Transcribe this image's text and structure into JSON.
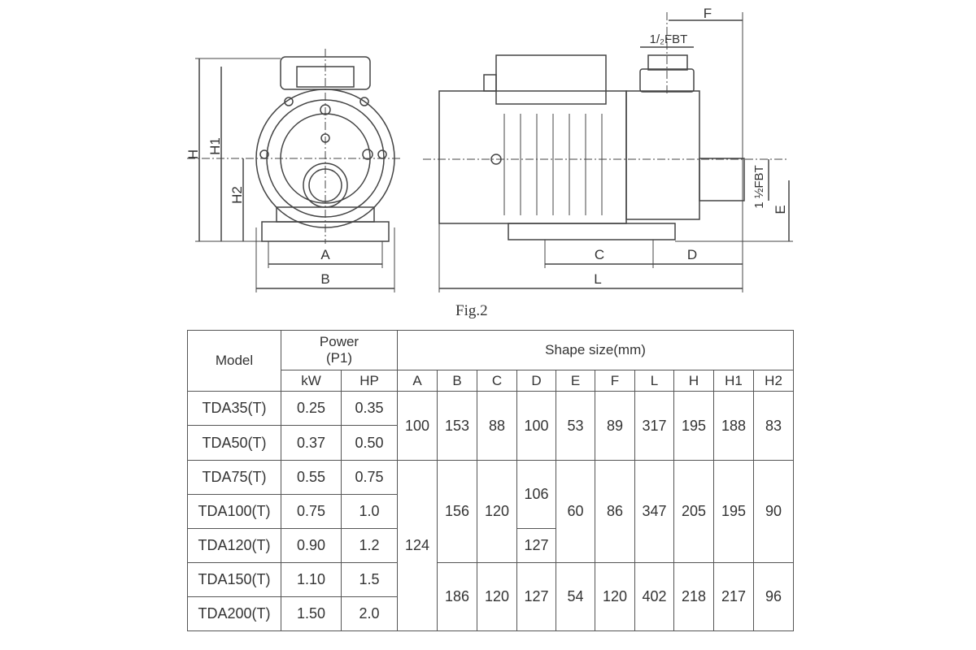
{
  "figure_label": "Fig.2",
  "drawing_labels": {
    "H": "H",
    "H1": "H1",
    "H2": "H2",
    "A": "A",
    "B": "B",
    "C": "C",
    "D": "D",
    "L": "L",
    "F": "F",
    "E": "E",
    "top_port": "1/₂FBT",
    "side_port": "1 ½FBT"
  },
  "table": {
    "model_header": "Model",
    "power_header": "Power",
    "power_sub": "(P1)",
    "shape_header": "Shape size(mm)",
    "kw_header": "kW",
    "hp_header": "HP",
    "dim_headers": [
      "A",
      "B",
      "C",
      "D",
      "E",
      "F",
      "L",
      "H",
      "H1",
      "H2"
    ],
    "rows": [
      {
        "model": "TDA35(T)",
        "kw": "0.25",
        "hp": "0.35"
      },
      {
        "model": "TDA50(T)",
        "kw": "0.37",
        "hp": "0.50"
      },
      {
        "model": "TDA75(T)",
        "kw": "0.55",
        "hp": "0.75"
      },
      {
        "model": "TDA100(T)",
        "kw": "0.75",
        "hp": "1.0"
      },
      {
        "model": "TDA120(T)",
        "kw": "0.90",
        "hp": "1.2"
      },
      {
        "model": "TDA150(T)",
        "kw": "1.10",
        "hp": "1.5"
      },
      {
        "model": "TDA200(T)",
        "kw": "1.50",
        "hp": "2.0"
      }
    ],
    "group1": {
      "A": "100",
      "B": "153",
      "C": "88",
      "D": "100",
      "E": "53",
      "F": "89",
      "L": "317",
      "H": "195",
      "H1": "188",
      "H2": "83"
    },
    "A_group2": "124",
    "group2": {
      "B": "156",
      "C": "120",
      "D_a": "106",
      "D_b": "127",
      "E": "60",
      "F": "86",
      "L": "347",
      "H": "205",
      "H1": "195",
      "H2": "90"
    },
    "group3": {
      "B": "186",
      "C": "120",
      "D": "127",
      "E": "54",
      "F": "120",
      "L": "402",
      "H": "218",
      "H1": "217",
      "H2": "96"
    }
  }
}
